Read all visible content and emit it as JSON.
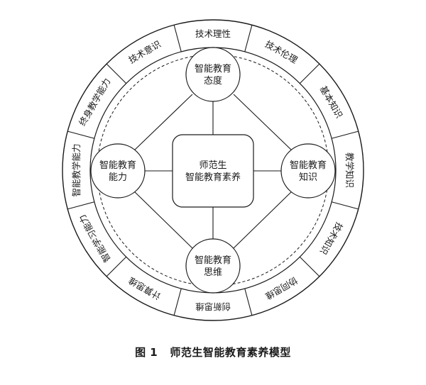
{
  "caption": {
    "figure_no": "图 1",
    "title": "师范生智能教育素养模型"
  },
  "center": {
    "lines": [
      "师范生",
      "智能教育素养"
    ]
  },
  "nodes": [
    {
      "id": "attitude",
      "lines": [
        "智能教育",
        "态度"
      ]
    },
    {
      "id": "knowledge",
      "lines": [
        "智能教育",
        "知识"
      ]
    },
    {
      "id": "thinking",
      "lines": [
        "智能教育",
        "思维"
      ]
    },
    {
      "id": "ability",
      "lines": [
        "智能教育",
        "能力"
      ]
    }
  ],
  "ring_segments": [
    "技术理性",
    "技术伦理",
    "基本知识",
    "教学知识",
    "技术知识",
    "协同思维",
    "创新思维",
    "计算思维",
    "智能学习能力",
    "智能教学能力",
    "终身教学能力",
    "技术意识"
  ]
}
